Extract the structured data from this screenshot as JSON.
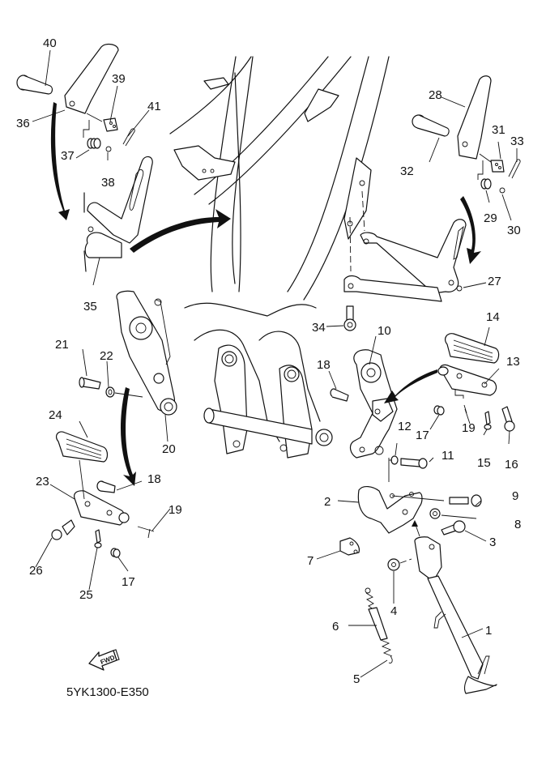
{
  "diagram": {
    "title_code": "5YK1300-E350",
    "direction_badge": "FWD",
    "callouts": [
      {
        "num": "1"
      },
      {
        "num": "2"
      },
      {
        "num": "3"
      },
      {
        "num": "4"
      },
      {
        "num": "5"
      },
      {
        "num": "6"
      },
      {
        "num": "7"
      },
      {
        "num": "8"
      },
      {
        "num": "9"
      },
      {
        "num": "10"
      },
      {
        "num": "11"
      },
      {
        "num": "12"
      },
      {
        "num": "13"
      },
      {
        "num": "14"
      },
      {
        "num": "15"
      },
      {
        "num": "16"
      },
      {
        "num": "17"
      },
      {
        "num": "17"
      },
      {
        "num": "18"
      },
      {
        "num": "18"
      },
      {
        "num": "19"
      },
      {
        "num": "19"
      },
      {
        "num": "20"
      },
      {
        "num": "21"
      },
      {
        "num": "22"
      },
      {
        "num": "23"
      },
      {
        "num": "24"
      },
      {
        "num": "25"
      },
      {
        "num": "26"
      },
      {
        "num": "27"
      },
      {
        "num": "28"
      },
      {
        "num": "29"
      },
      {
        "num": "30"
      },
      {
        "num": "31"
      },
      {
        "num": "32"
      },
      {
        "num": "33"
      },
      {
        "num": "34"
      },
      {
        "num": "35"
      },
      {
        "num": "36"
      },
      {
        "num": "37"
      },
      {
        "num": "38"
      },
      {
        "num": "39"
      },
      {
        "num": "40"
      },
      {
        "num": "41"
      }
    ],
    "parts": {
      "sidestand": "1",
      "sidestand_bracket": "2",
      "pivot_bolt": "3",
      "nut": "4",
      "spring_5": "5",
      "spring_6": "6",
      "switch_plate": "7",
      "collar": "8",
      "bracket_bolt": "9",
      "right_footrest_bracket": "10",
      "right_bracket_bolt": "11",
      "washer": "12",
      "right_footrest": "13",
      "right_footrest_rubber": "14",
      "right_screw": "15",
      "right_peg_stopper": "16",
      "spring_17": "17",
      "pin_18": "18",
      "cotter_pin_19": "19",
      "left_footrest_bracket": "20",
      "left_bracket_bolt": "21",
      "left_washer": "22",
      "left_footrest": "23",
      "left_footrest_rubber": "24",
      "left_screw": "25",
      "left_peg_stopper": "26",
      "right_rear_footrest_bracket": "27",
      "right_rear_footrest": "28",
      "right_rear_spring": "29",
      "right_rear_ball": "30",
      "right_rear_plate": "31",
      "right_rear_pin": "32",
      "right_rear_cotter": "33",
      "rear_bracket_bolt": "34",
      "left_rear_footrest_bracket": "35",
      "left_rear_footrest": "36",
      "left_rear_spring": "37",
      "left_rear_ball": "38",
      "left_rear_plate": "39",
      "left_rear_pin": "40",
      "left_rear_cotter": "41"
    }
  }
}
